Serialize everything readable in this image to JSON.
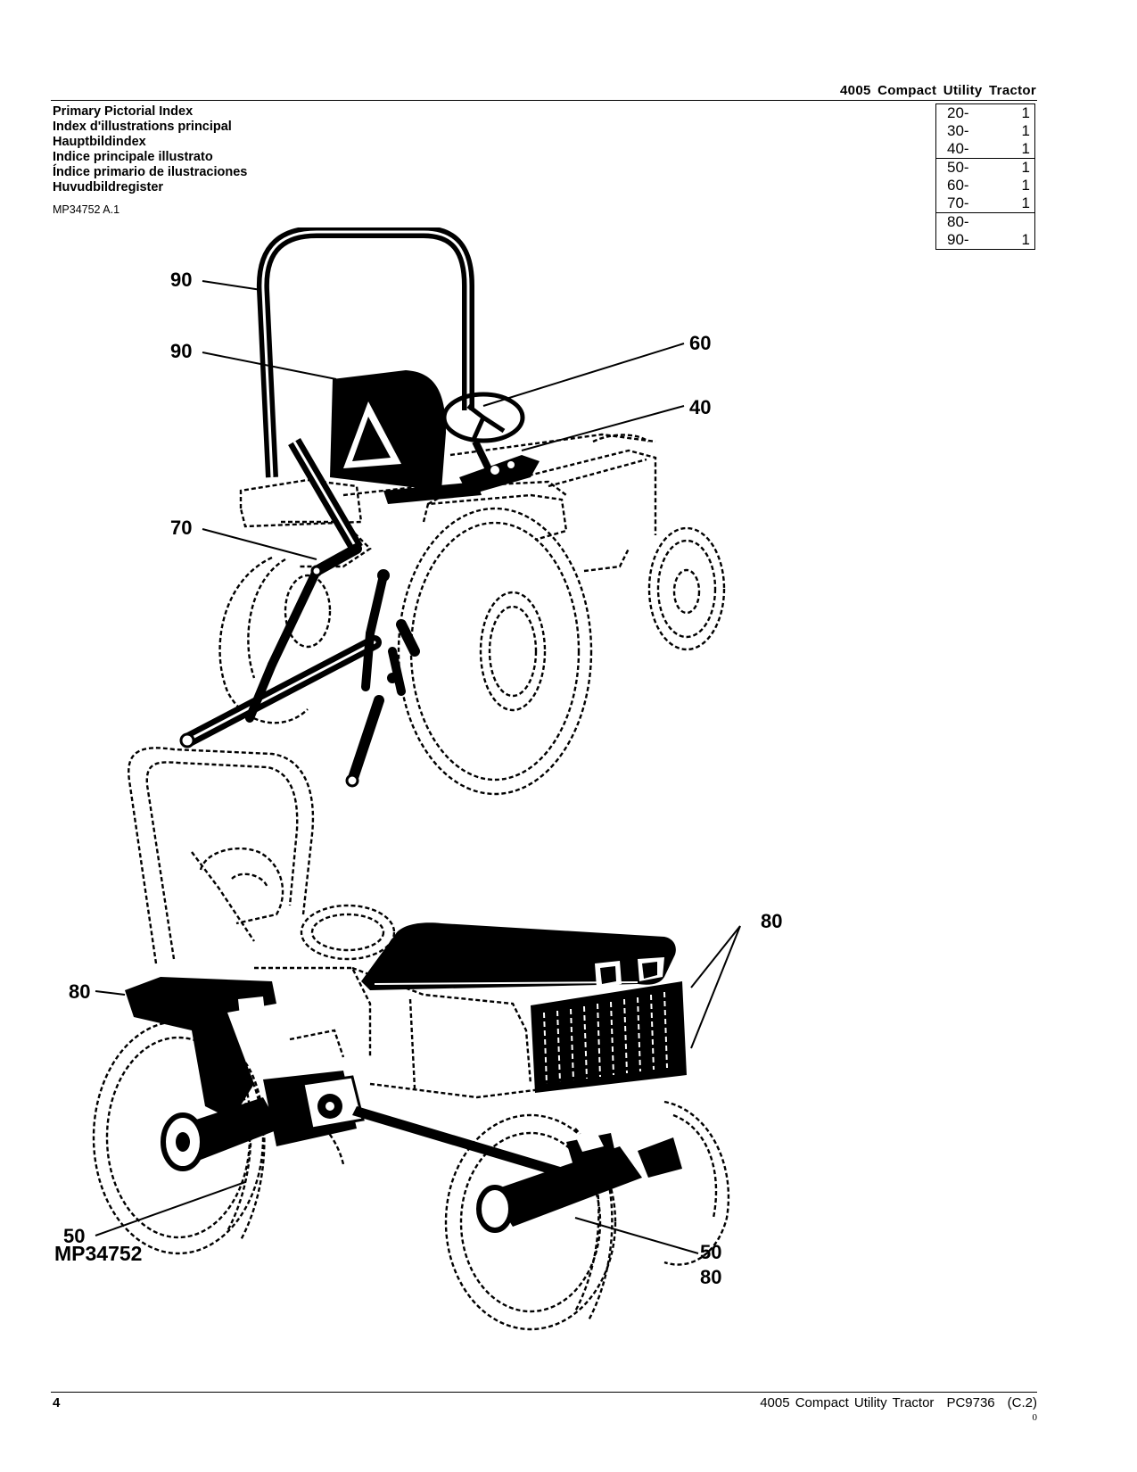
{
  "header": {
    "title": "4005 Compact Utility Tractor"
  },
  "titles": [
    "Primary Pictorial Index",
    "Index d'illustrations principal",
    "Hauptbildindex",
    "Indice principale illustrato",
    "Índice primario de ilustraciones",
    "Huvudbildregister"
  ],
  "figure_ref": "MP34752 A.1",
  "index_table": [
    {
      "section": "20-",
      "count": "1"
    },
    {
      "section": "30-",
      "count": "1"
    },
    {
      "section": "40-",
      "count": "1"
    },
    {
      "section": "50-",
      "count": "1"
    },
    {
      "section": "60-",
      "count": "1"
    },
    {
      "section": "70-",
      "count": "1"
    },
    {
      "section": "80-",
      "count": ""
    },
    {
      "section": "90-",
      "count": "1"
    }
  ],
  "callouts": {
    "c90a": "90",
    "c90b": "90",
    "c60": "60",
    "c40": "40",
    "c70": "70",
    "c80a": "80",
    "c80b": "80",
    "c50a": "50",
    "c50b": "50",
    "c80c": "80"
  },
  "image_label": "MP34752",
  "footer": {
    "page_number": "4",
    "doc_title": "4005 Compact Utility Tractor",
    "doc_code": "PC9736",
    "revision": "(C.2)",
    "mark": "0"
  }
}
